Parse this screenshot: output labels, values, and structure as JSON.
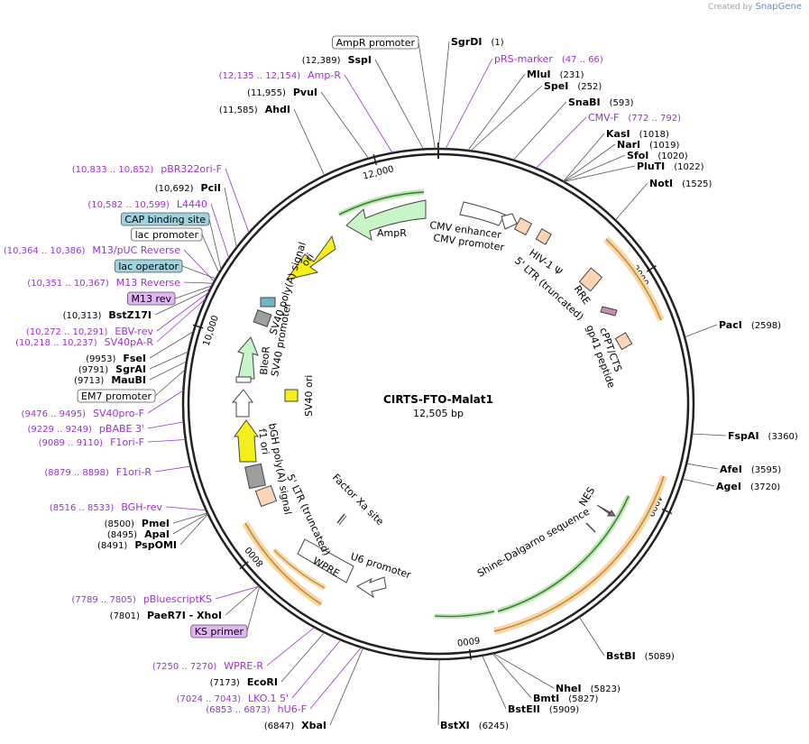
{
  "logo": {
    "prefix": "Created by",
    "brand": "SnapGene"
  },
  "plasmid": {
    "name": "CIRTS-FTO-Malat1",
    "size": "12,505 bp",
    "length": 12505
  },
  "ticks": [
    {
      "bp": 2000,
      "label": "2000"
    },
    {
      "bp": 4000,
      "label": "4000"
    },
    {
      "bp": 6000,
      "label": "6000"
    },
    {
      "bp": 8000,
      "label": "8000"
    },
    {
      "bp": 10000,
      "label": "10,000"
    },
    {
      "bp": 12000,
      "label": "12,000"
    }
  ],
  "right_labels": [
    {
      "name": "SgrDI",
      "pos": "(1)",
      "kind": "site",
      "bp": 1
    },
    {
      "name": "pRS-marker",
      "pos": "(47 .. 66)",
      "kind": "primer",
      "bp": 56
    },
    {
      "name": "MluI",
      "pos": "(231)",
      "kind": "site",
      "bp": 231
    },
    {
      "name": "SpeI",
      "pos": "(252)",
      "kind": "site",
      "bp": 252
    },
    {
      "name": "SnaBI",
      "pos": "(593)",
      "kind": "site",
      "bp": 593
    },
    {
      "name": "CMV-F",
      "pos": "(772 .. 792)",
      "kind": "primer",
      "bp": 782
    },
    {
      "name": "KasI",
      "pos": "(1018)",
      "kind": "site",
      "bp": 1018
    },
    {
      "name": "NarI",
      "pos": "(1019)",
      "kind": "site",
      "bp": 1019
    },
    {
      "name": "SfoI",
      "pos": "(1020)",
      "kind": "site",
      "bp": 1020
    },
    {
      "name": "PluTI",
      "pos": "(1022)",
      "kind": "site",
      "bp": 1022
    },
    {
      "name": "NotI",
      "pos": "(1525)",
      "kind": "site",
      "bp": 1525
    },
    {
      "name": "PacI",
      "pos": "(2598)",
      "kind": "site",
      "bp": 2598
    },
    {
      "name": "FspAI",
      "pos": "(3360)",
      "kind": "site",
      "bp": 3360
    },
    {
      "name": "AfeI",
      "pos": "(3595)",
      "kind": "site",
      "bp": 3595
    },
    {
      "name": "AgeI",
      "pos": "(3720)",
      "kind": "site",
      "bp": 3720
    },
    {
      "name": "BstBI",
      "pos": "(5089)",
      "kind": "site",
      "bp": 5089
    },
    {
      "name": "NheI",
      "pos": "(5823)",
      "kind": "site",
      "bp": 5823
    },
    {
      "name": "BmtI",
      "pos": "(5827)",
      "kind": "site",
      "bp": 5827
    },
    {
      "name": "BstEII",
      "pos": "(5909)",
      "kind": "site",
      "bp": 5909
    },
    {
      "name": "BstXI",
      "pos": "(6245)",
      "kind": "site",
      "bp": 6245
    }
  ],
  "left_labels": [
    {
      "name": "AmpR promoter",
      "pos": "",
      "kind": "boxed",
      "bp": 12480
    },
    {
      "name": "SspI",
      "pos": "(12,389)",
      "kind": "site",
      "bp": 12389
    },
    {
      "name": "Amp-R",
      "pos": "(12,135 .. 12,154)",
      "kind": "primer",
      "bp": 12145
    },
    {
      "name": "PvuI",
      "pos": "(11,955)",
      "kind": "site",
      "bp": 11955
    },
    {
      "name": "AhdI",
      "pos": "(11,585)",
      "kind": "site",
      "bp": 11585
    },
    {
      "name": "pBR322ori-F",
      "pos": "(10,833 .. 10,852)",
      "kind": "primer",
      "bp": 10842
    },
    {
      "name": "PciI",
      "pos": "(10,692)",
      "kind": "site",
      "bp": 10692
    },
    {
      "name": "L4440",
      "pos": "(10,582 .. 10,599)",
      "kind": "primer",
      "bp": 10590
    },
    {
      "name": "CAP binding site",
      "pos": "",
      "kind": "box-blue",
      "bp": 10480
    },
    {
      "name": "lac promoter",
      "pos": "",
      "kind": "boxed",
      "bp": 10450
    },
    {
      "name": "M13/pUC Reverse",
      "pos": "(10,364 .. 10,386)",
      "kind": "primer",
      "bp": 10375
    },
    {
      "name": "lac operator",
      "pos": "",
      "kind": "box-blue",
      "bp": 10400
    },
    {
      "name": "M13 Reverse",
      "pos": "(10,351 .. 10,367)",
      "kind": "primer",
      "bp": 10359
    },
    {
      "name": "M13 rev",
      "pos": "",
      "kind": "box-purple",
      "bp": 10340
    },
    {
      "name": "BstZ17I",
      "pos": "(10,313)",
      "kind": "site",
      "bp": 10313
    },
    {
      "name": "EBV-rev",
      "pos": "(10,272 .. 10,291)",
      "kind": "primer",
      "bp": 10281
    },
    {
      "name": "SV40pA-R",
      "pos": "(10,218 .. 10,237)",
      "kind": "primer",
      "bp": 10227
    },
    {
      "name": "FseI",
      "pos": "(9953)",
      "kind": "site",
      "bp": 9953
    },
    {
      "name": "SgrAI",
      "pos": "(9791)",
      "kind": "site",
      "bp": 9791
    },
    {
      "name": "MauBI",
      "pos": "(9713)",
      "kind": "site",
      "bp": 9713
    },
    {
      "name": "EM7 promoter",
      "pos": "",
      "kind": "boxed",
      "bp": 9650
    },
    {
      "name": "SV40pro-F",
      "pos": "(9476 .. 9495)",
      "kind": "primer",
      "bp": 9485
    },
    {
      "name": "pBABE 3'",
      "pos": "(9229 .. 9249)",
      "kind": "primer",
      "bp": 9239
    },
    {
      "name": "F1ori-F",
      "pos": "(9089 .. 9110)",
      "kind": "primer",
      "bp": 9100
    },
    {
      "name": "F1ori-R",
      "pos": "(8879 .. 8898)",
      "kind": "primer",
      "bp": 8888
    },
    {
      "name": "BGH-rev",
      "pos": "(8516 .. 8533)",
      "kind": "primer",
      "bp": 8524
    },
    {
      "name": "PmeI",
      "pos": "(8500)",
      "kind": "site",
      "bp": 8500
    },
    {
      "name": "ApaI",
      "pos": "(8495)",
      "kind": "site",
      "bp": 8495
    },
    {
      "name": "PspOMI",
      "pos": "(8491)",
      "kind": "site",
      "bp": 8491
    },
    {
      "name": "pBluescriptKS",
      "pos": "(7789 .. 7805)",
      "kind": "primer",
      "bp": 7797
    },
    {
      "name": "PaeR7I - XhoI",
      "pos": "(7801)",
      "kind": "site",
      "bp": 7801
    },
    {
      "name": "KS primer",
      "pos": "",
      "kind": "box-purple",
      "bp": 7797
    },
    {
      "name": "WPRE-R",
      "pos": "(7250 .. 7270)",
      "kind": "primer",
      "bp": 7260
    },
    {
      "name": "EcoRI",
      "pos": "(7173)",
      "kind": "site",
      "bp": 7173
    },
    {
      "name": "LKO.1 5'",
      "pos": "(7024 .. 7043)",
      "kind": "primer",
      "bp": 7033
    },
    {
      "name": "hU6-F",
      "pos": "(6853 .. 6873)",
      "kind": "primer",
      "bp": 6863
    },
    {
      "name": "XbaI",
      "pos": "(6847)",
      "kind": "site",
      "bp": 6847
    }
  ],
  "features": {
    "ampr": "AmpR",
    "cmv_enhancer": "CMV enhancer",
    "cmv_promoter": "CMV promoter",
    "hiv": "HIV-1 Ψ",
    "ltr5": "5' LTR (truncated)",
    "rre": "RRE",
    "cppt": "cPPT/CTS",
    "gp41": "gp41 peptide",
    "ori": "ori",
    "sv40pa": "SV40 poly(A) signal",
    "bleor": "BleoR",
    "sv40prom": "SV40 promoter",
    "sv40ori": "SV40 ori",
    "bgh": "bGH poly(A) signal",
    "f1ori": "f1 ori",
    "ltr5b": "5' LTR (truncated)",
    "factorxa": "Factor Xa site",
    "wpre": "WPRE",
    "u6": "U6 promoter",
    "shine": "Shine-Dalgarno sequence",
    "nes": "NES"
  },
  "colors": {
    "backbone": "#222222",
    "primer": "#9933cc",
    "orange": "#e8a04a",
    "green": "#4caf50",
    "yellow": "#f4ee1a",
    "lightgreen": "#c8f5c8",
    "gray": "#9e9e9e",
    "peach": "#fbd5b5",
    "box_blue": "#9fd3e0",
    "box_purple": "#e3b3f5"
  }
}
